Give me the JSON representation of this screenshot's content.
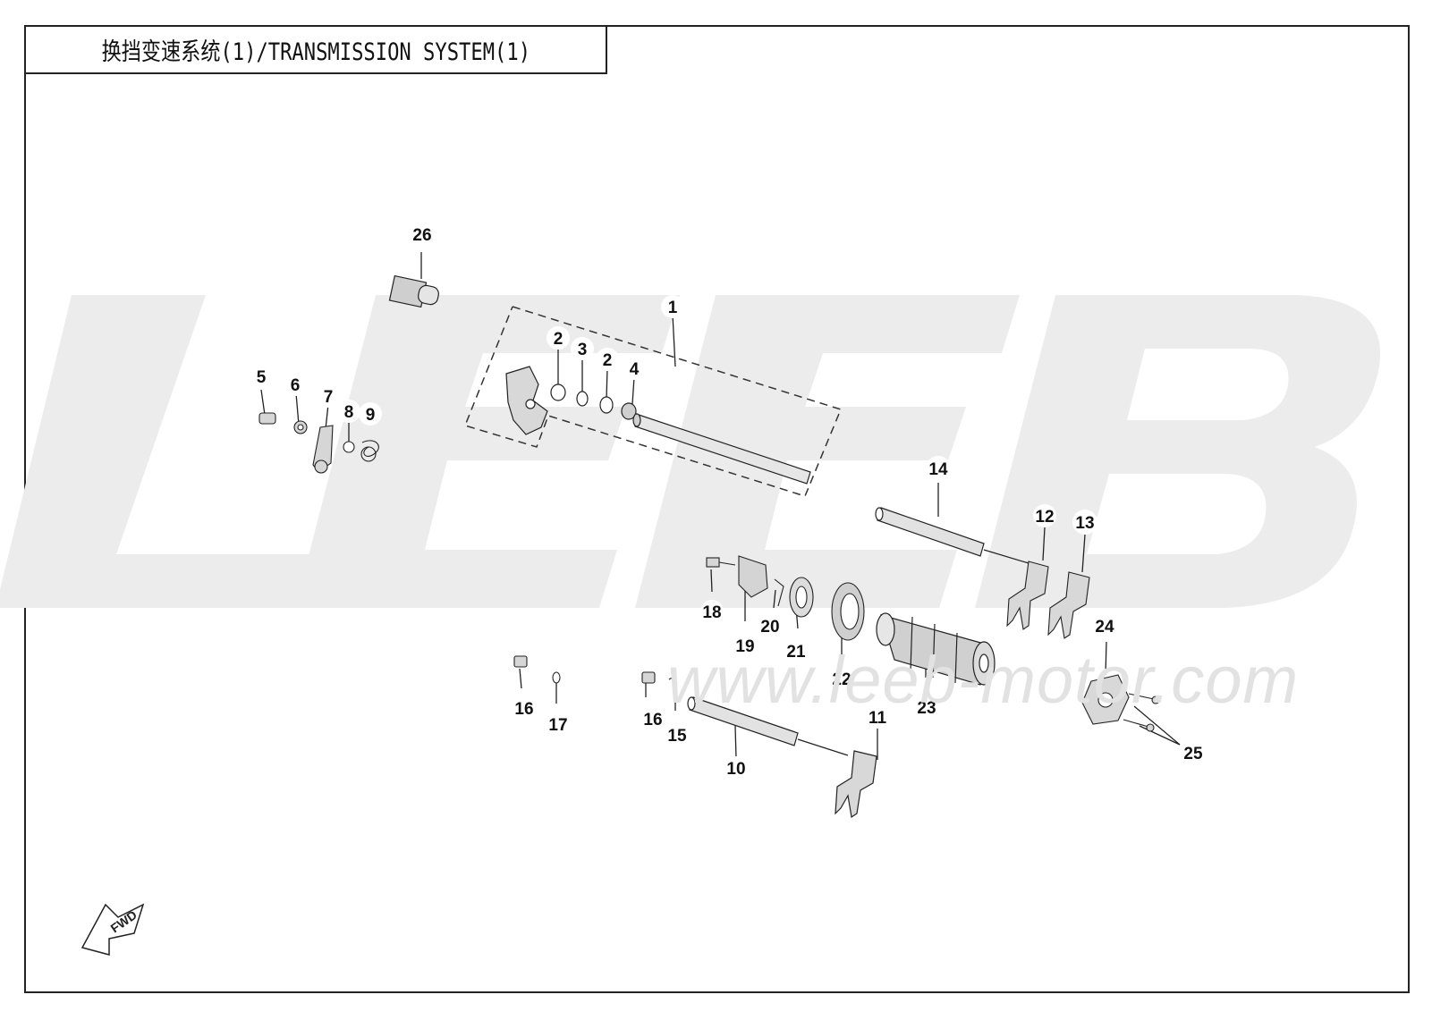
{
  "title": "换挡变速系统(1)/TRANSMISSION SYSTEM(1)",
  "watermark": {
    "logo": "LEEB",
    "url": "www.leeb-motor.com"
  },
  "fwd_label": "FWD",
  "callouts": [
    "1",
    "2",
    "3",
    "2",
    "4",
    "5",
    "6",
    "7",
    "8",
    "9",
    "10",
    "11",
    "12",
    "13",
    "14",
    "15",
    "16",
    "16",
    "17",
    "18",
    "19",
    "20",
    "21",
    "22",
    "23",
    "24",
    "25",
    "26"
  ],
  "colors": {
    "line": "#222222",
    "part_fill": "#d9d9d9",
    "watermark": "#e6e6e6"
  }
}
